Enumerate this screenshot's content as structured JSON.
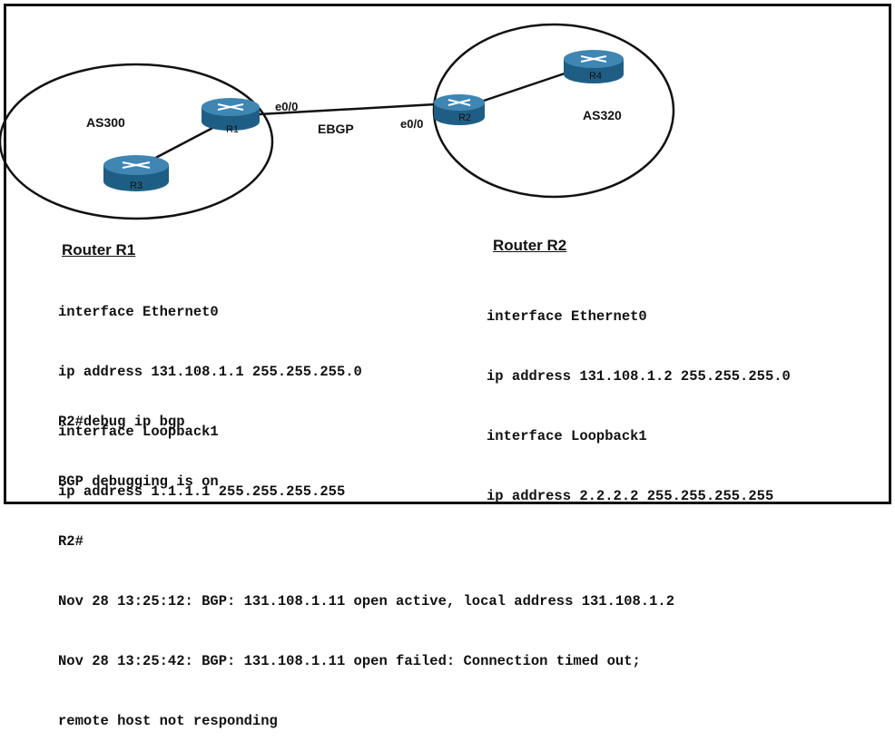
{
  "topology": {
    "as_left": "AS300",
    "as_right": "AS320",
    "link_label": "EBGP",
    "r1_interface": "e0/0",
    "r2_interface": "e0/0",
    "routers": {
      "r1": "R1",
      "r2": "R2",
      "r3": "R3",
      "r4": "R4"
    },
    "colors": {
      "router_body": "#1f5e84",
      "router_top": "#3f86b3",
      "line": "#111111"
    }
  },
  "router_r1": {
    "heading": "Router R1",
    "lines": [
      "interface Ethernet0",
      "ip address 131.108.1.1 255.255.255.0",
      "interface Loopback1",
      "ip address 1.1.1.1 255.255.255.255"
    ]
  },
  "router_r2": {
    "heading": "Router R2",
    "lines": [
      "interface Ethernet0",
      "ip address 131.108.1.2 255.255.255.0",
      "interface Loopback1",
      "ip address 2.2.2.2 255.255.255.255"
    ]
  },
  "debug": {
    "lines": [
      "R2#debug ip bgp",
      "BGP debugging is on",
      "R2#",
      "Nov 28 13:25:12: BGP: 131.108.1.11 open active, local address 131.108.1.2",
      "Nov 28 13:25:42: BGP: 131.108.1.11 open failed: Connection timed out;",
      "remote host not responding"
    ]
  }
}
